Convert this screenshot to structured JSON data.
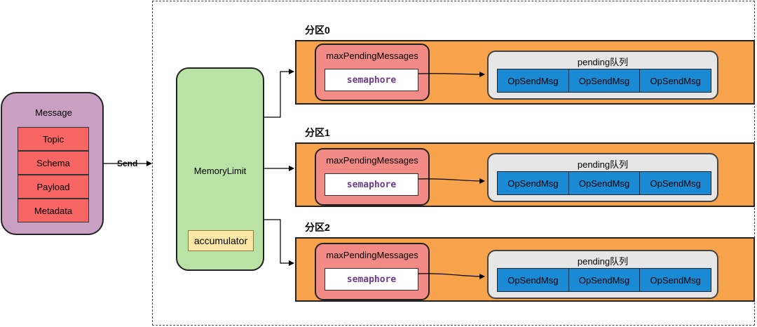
{
  "message": {
    "title": "Message",
    "fields": [
      "Topic",
      "Schema",
      "Payload",
      "Metadata"
    ]
  },
  "send_label": "Send",
  "memory_limit": {
    "label": "MemoryLimit",
    "accumulator": "accumulator"
  },
  "partitions": [
    {
      "title": "分区0",
      "max_pending": "maxPendingMessages",
      "semaphore": "semaphore",
      "pending_label": "pending队列",
      "queue": [
        "OpSendMsg",
        "OpSendMsg",
        "OpSendMsg"
      ]
    },
    {
      "title": "分区1",
      "max_pending": "maxPendingMessages",
      "semaphore": "semaphore",
      "pending_label": "pending队列",
      "queue": [
        "OpSendMsg",
        "OpSendMsg",
        "OpSendMsg"
      ]
    },
    {
      "title": "分区2",
      "max_pending": "maxPendingMessages",
      "semaphore": "semaphore",
      "pending_label": "pending队列",
      "queue": [
        "OpSendMsg",
        "OpSendMsg",
        "OpSendMsg"
      ]
    }
  ],
  "colors": {
    "message_fill": "#c9a0c4",
    "field_fill": "#f76565",
    "memory_fill": "#b9e2a5",
    "accumulator_fill": "#fde7a6",
    "partition_fill": "#f7a34b",
    "max_pending_fill": "#f28b86",
    "pending_fill": "#e6e6e6",
    "op_send_msg_fill": "#1a8ad4",
    "semaphore_text": "#6b3a8a"
  }
}
